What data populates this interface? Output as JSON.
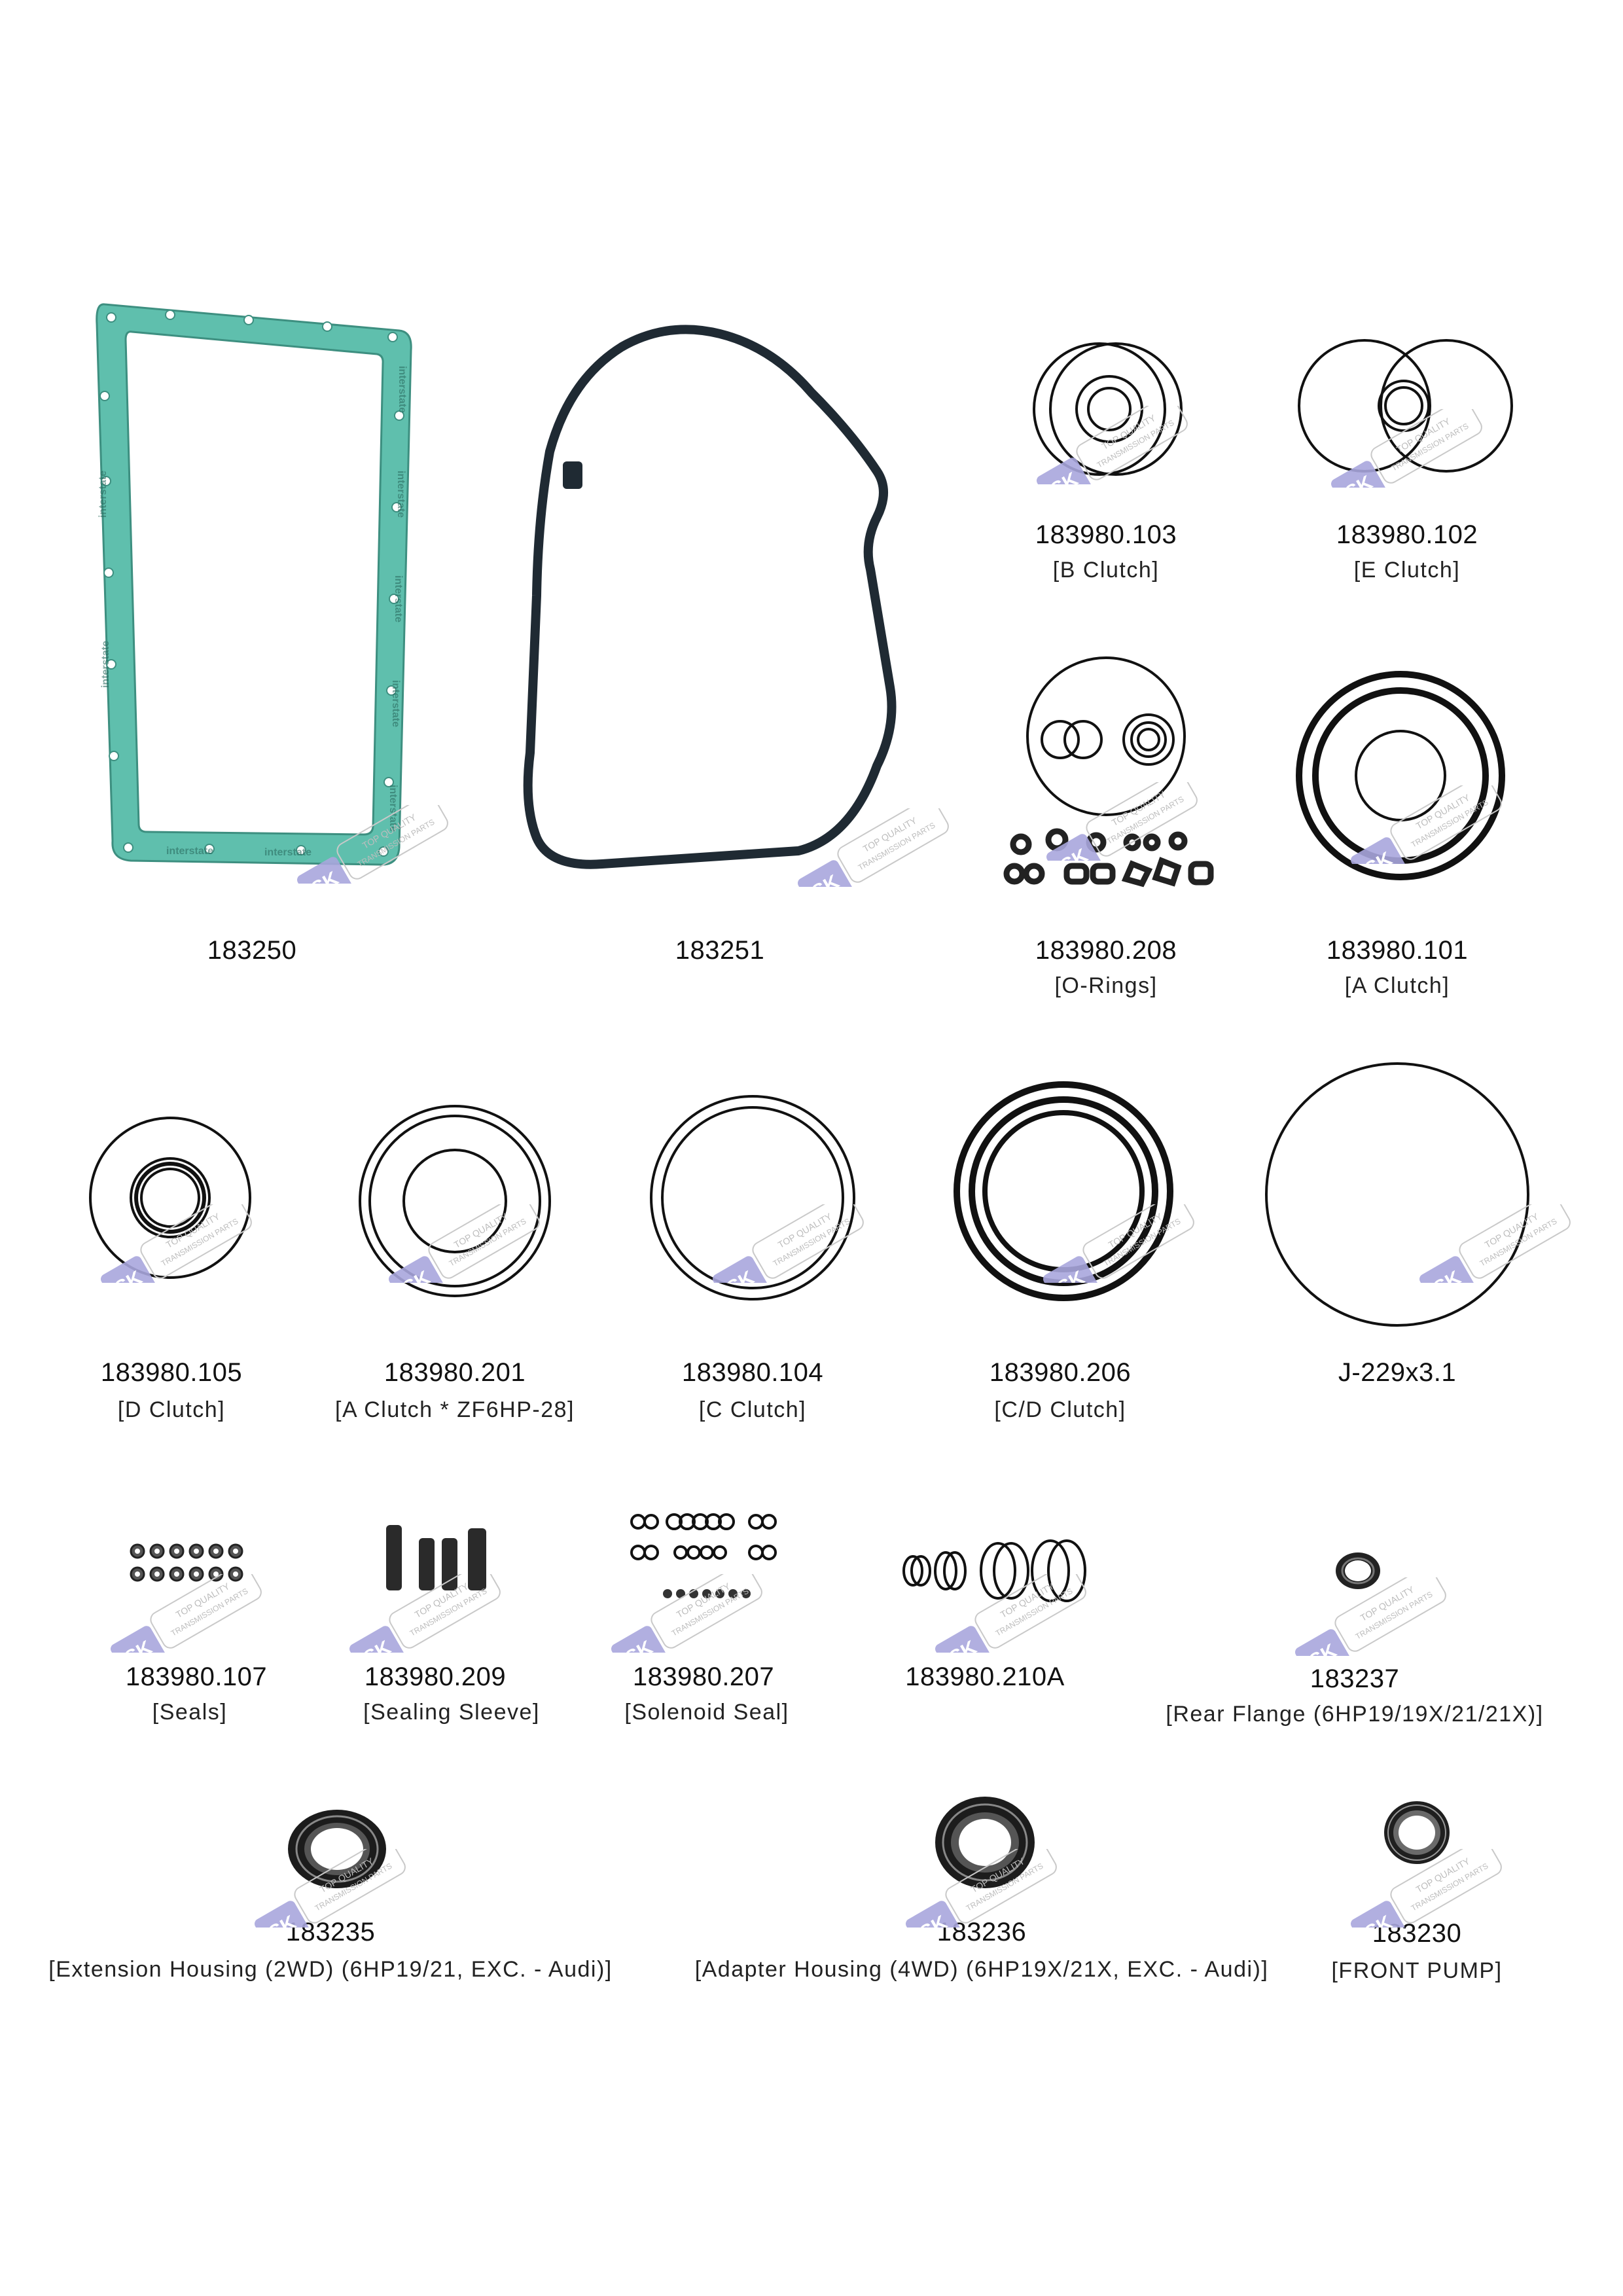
{
  "brand": {
    "logo_text": "SK",
    "tagline_line1": "TOP QUALITY",
    "tagline_line2": "TRANSMISSION PARTS",
    "logo_color": "#a9a6dd",
    "gasket_color": "#5fbfad"
  },
  "gasket_print": "interstate",
  "parts": [
    {
      "code": "183250",
      "desc": ""
    },
    {
      "code": "183251",
      "desc": ""
    },
    {
      "code": "183980.103",
      "desc": "[B Clutch]"
    },
    {
      "code": "183980.102",
      "desc": "[E Clutch]"
    },
    {
      "code": "183980.208",
      "desc": "[O-Rings]"
    },
    {
      "code": "183980.101",
      "desc": "[A Clutch]"
    },
    {
      "code": "183980.105",
      "desc": "[D Clutch]"
    },
    {
      "code": "183980.201",
      "desc": "[A Clutch * ZF6HP-28]"
    },
    {
      "code": "183980.104",
      "desc": "[C Clutch]"
    },
    {
      "code": "183980.206",
      "desc": "[C/D Clutch]"
    },
    {
      "code": "J-229x3.1",
      "desc": ""
    },
    {
      "code": "183980.107",
      "desc": "[Seals]"
    },
    {
      "code": "183980.209",
      "desc": "[Sealing Sleeve]"
    },
    {
      "code": "183980.207",
      "desc": "[Solenoid Seal]"
    },
    {
      "code": "183980.210A",
      "desc": ""
    },
    {
      "code": "183237",
      "desc": "[Rear Flange (6HP19/19X/21/21X)]"
    },
    {
      "code": "183235",
      "desc": "[Extension Housing (2WD) (6HP19/21, EXC. - Audi)]"
    },
    {
      "code": "183236",
      "desc": "[Adapter Housing (4WD) (6HP19X/21X, EXC. - Audi)]"
    },
    {
      "code": "183230",
      "desc": "[FRONT PUMP]"
    }
  ]
}
